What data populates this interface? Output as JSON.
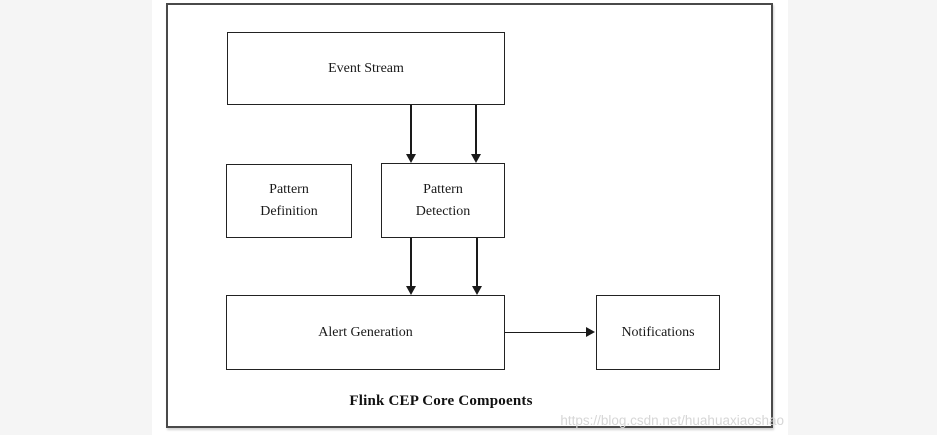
{
  "page": {
    "background": "#f5f5f5",
    "panel_background": "#ffffff"
  },
  "diagram": {
    "caption": "Flink CEP Core Compoents",
    "nodes": [
      {
        "id": "event-stream",
        "label": "Event Stream"
      },
      {
        "id": "pattern-definition",
        "label": "Pattern Definition"
      },
      {
        "id": "pattern-detection",
        "label": "Pattern Detection"
      },
      {
        "id": "alert-generation",
        "label": "Alert Generation"
      },
      {
        "id": "notifications",
        "label": "Notifications"
      }
    ],
    "edges": [
      {
        "from": "event-stream",
        "to": "pattern-detection",
        "arrows": 2,
        "direction": "down"
      },
      {
        "from": "pattern-detection",
        "to": "alert-generation",
        "arrows": 2,
        "direction": "down"
      },
      {
        "from": "alert-generation",
        "to": "notifications",
        "arrows": 1,
        "direction": "right"
      }
    ],
    "colors": {
      "frame_border": "#4a4a4a",
      "node_border": "#222222",
      "node_fill": "#ffffff",
      "arrow": "#1a1a1a"
    }
  },
  "watermark": {
    "text": "https://blog.csdn.net/huahuaxiaoshao",
    "color": "#d6d6d6"
  }
}
